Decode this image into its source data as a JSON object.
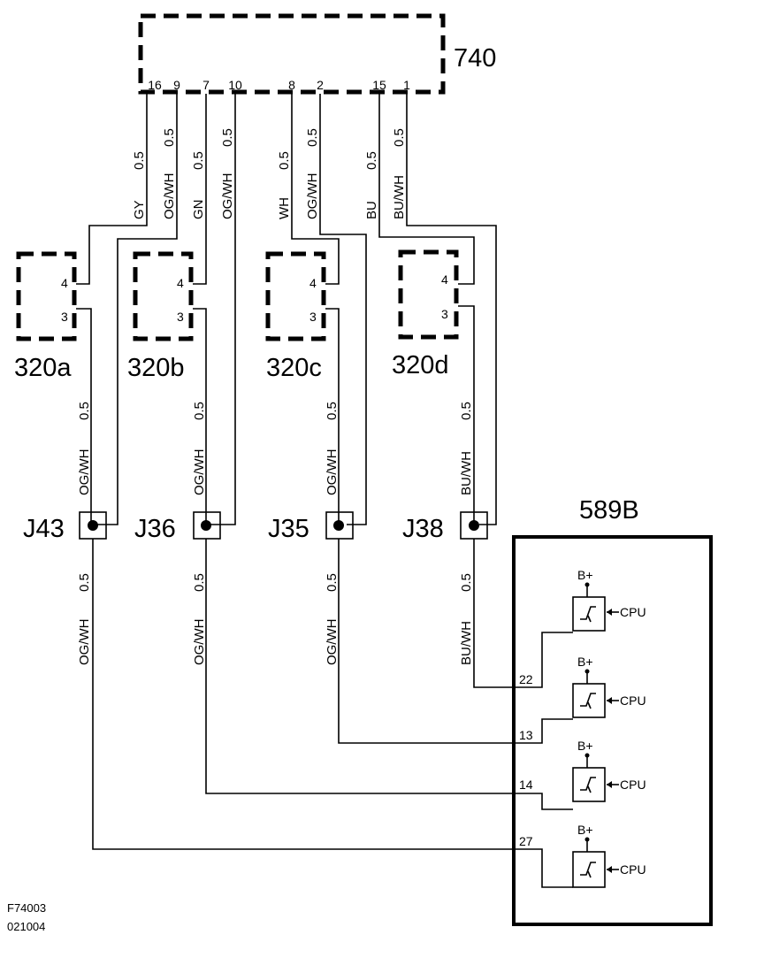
{
  "ecu_740": {
    "label": "740",
    "pins": [
      "16",
      "9",
      "7",
      "10",
      "8",
      "2",
      "15",
      "1"
    ]
  },
  "wires_top": [
    {
      "color": "GY",
      "size": "0.5"
    },
    {
      "color": "OG/WH",
      "size": "0.5"
    },
    {
      "color": "GN",
      "size": "0.5"
    },
    {
      "color": "OG/WH",
      "size": "0.5"
    },
    {
      "color": "WH",
      "size": "0.5"
    },
    {
      "color": "OG/WH",
      "size": "0.5"
    },
    {
      "color": "BU",
      "size": "0.5"
    },
    {
      "color": "BU/WH",
      "size": "0.5"
    }
  ],
  "sensors": [
    {
      "label": "320a",
      "pin_top": "4",
      "pin_bottom": "3"
    },
    {
      "label": "320b",
      "pin_top": "4",
      "pin_bottom": "3"
    },
    {
      "label": "320c",
      "pin_top": "4",
      "pin_bottom": "3"
    },
    {
      "label": "320d",
      "pin_top": "4",
      "pin_bottom": "3"
    }
  ],
  "wires_mid": [
    {
      "color": "OG/WH",
      "size": "0.5"
    },
    {
      "color": "OG/WH",
      "size": "0.5"
    },
    {
      "color": "OG/WH",
      "size": "0.5"
    },
    {
      "color": "BU/WH",
      "size": "0.5"
    }
  ],
  "junctions": [
    {
      "label": "J43"
    },
    {
      "label": "J36"
    },
    {
      "label": "J35"
    },
    {
      "label": "J38"
    }
  ],
  "wires_low": [
    {
      "color": "OG/WH",
      "size": "0.5"
    },
    {
      "color": "OG/WH",
      "size": "0.5"
    },
    {
      "color": "OG/WH",
      "size": "0.5"
    },
    {
      "color": "BU/WH",
      "size": "0.5"
    }
  ],
  "module_589b": {
    "label": "589B",
    "channels": [
      {
        "pin": "22",
        "supply": "B+",
        "control": "CPU"
      },
      {
        "pin": "13",
        "supply": "B+",
        "control": "CPU"
      },
      {
        "pin": "14",
        "supply": "B+",
        "control": "CPU"
      },
      {
        "pin": "27",
        "supply": "B+",
        "control": "CPU"
      }
    ]
  },
  "footer": {
    "line1": "F74003",
    "line2": "021004"
  }
}
